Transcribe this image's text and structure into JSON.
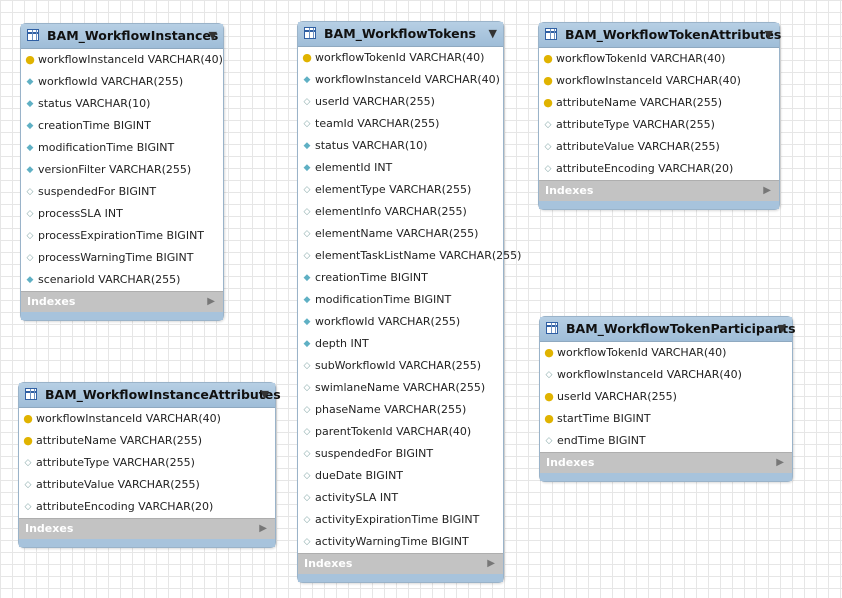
{
  "index_label": "Indexes",
  "tables": [
    {
      "name": "BAM_WorkflowInstances",
      "columns": [
        {
          "icon": "pk",
          "text": "workflowInstanceId VARCHAR(40)"
        },
        {
          "icon": "fill",
          "text": "workflowId VARCHAR(255)"
        },
        {
          "icon": "fill",
          "text": "status VARCHAR(10)"
        },
        {
          "icon": "fill",
          "text": "creationTime BIGINT"
        },
        {
          "icon": "fill",
          "text": "modificationTime BIGINT"
        },
        {
          "icon": "fill",
          "text": "versionFilter VARCHAR(255)"
        },
        {
          "icon": "open",
          "text": "suspendedFor BIGINT"
        },
        {
          "icon": "open",
          "text": "processSLA INT"
        },
        {
          "icon": "open",
          "text": "processExpirationTime BIGINT"
        },
        {
          "icon": "open",
          "text": "processWarningTime BIGINT"
        },
        {
          "icon": "fill",
          "text": "scenarioId VARCHAR(255)"
        }
      ]
    },
    {
      "name": "BAM_WorkflowTokens",
      "columns": [
        {
          "icon": "pk",
          "text": "workflowTokenId VARCHAR(40)"
        },
        {
          "icon": "fill",
          "text": "workflowInstanceId VARCHAR(40)"
        },
        {
          "icon": "open",
          "text": "userId VARCHAR(255)"
        },
        {
          "icon": "open",
          "text": "teamId VARCHAR(255)"
        },
        {
          "icon": "fill",
          "text": "status VARCHAR(10)"
        },
        {
          "icon": "fill",
          "text": "elementId INT"
        },
        {
          "icon": "open",
          "text": "elementType VARCHAR(255)"
        },
        {
          "icon": "open",
          "text": "elementInfo VARCHAR(255)"
        },
        {
          "icon": "open",
          "text": "elementName VARCHAR(255)"
        },
        {
          "icon": "open",
          "text": "elementTaskListName VARCHAR(255)"
        },
        {
          "icon": "fill",
          "text": "creationTime BIGINT"
        },
        {
          "icon": "fill",
          "text": "modificationTime BIGINT"
        },
        {
          "icon": "fill",
          "text": "workflowId VARCHAR(255)"
        },
        {
          "icon": "fill",
          "text": "depth INT"
        },
        {
          "icon": "open",
          "text": "subWorkflowId VARCHAR(255)"
        },
        {
          "icon": "open",
          "text": "swimlaneName VARCHAR(255)"
        },
        {
          "icon": "open",
          "text": "phaseName VARCHAR(255)"
        },
        {
          "icon": "open",
          "text": "parentTokenId VARCHAR(40)"
        },
        {
          "icon": "open",
          "text": "suspendedFor BIGINT"
        },
        {
          "icon": "open",
          "text": "dueDate BIGINT"
        },
        {
          "icon": "open",
          "text": "activitySLA INT"
        },
        {
          "icon": "open",
          "text": "activityExpirationTime BIGINT"
        },
        {
          "icon": "open",
          "text": "activityWarningTime BIGINT"
        }
      ]
    },
    {
      "name": "BAM_WorkflowTokenAttributes",
      "columns": [
        {
          "icon": "pk",
          "text": "workflowTokenId VARCHAR(40)"
        },
        {
          "icon": "pk",
          "text": "workflowInstanceId VARCHAR(40)"
        },
        {
          "icon": "pk",
          "text": "attributeName VARCHAR(255)"
        },
        {
          "icon": "open",
          "text": "attributeType VARCHAR(255)"
        },
        {
          "icon": "open",
          "text": "attributeValue VARCHAR(255)"
        },
        {
          "icon": "open",
          "text": "attributeEncoding VARCHAR(20)"
        }
      ]
    },
    {
      "name": "BAM_WorkflowInstanceAttributes",
      "columns": [
        {
          "icon": "pk",
          "text": "workflowInstanceId VARCHAR(40)"
        },
        {
          "icon": "pk",
          "text": "attributeName VARCHAR(255)"
        },
        {
          "icon": "open",
          "text": "attributeType VARCHAR(255)"
        },
        {
          "icon": "open",
          "text": "attributeValue VARCHAR(255)"
        },
        {
          "icon": "open",
          "text": "attributeEncoding VARCHAR(20)"
        }
      ]
    },
    {
      "name": "BAM_WorkflowTokenParticipants",
      "columns": [
        {
          "icon": "pk",
          "text": "workflowTokenId VARCHAR(40)"
        },
        {
          "icon": "open",
          "text": "workflowInstanceId VARCHAR(40)"
        },
        {
          "icon": "pk",
          "text": "userId VARCHAR(255)"
        },
        {
          "icon": "pk",
          "text": "startTime BIGINT"
        },
        {
          "icon": "open",
          "text": "endTime BIGINT"
        }
      ]
    }
  ]
}
